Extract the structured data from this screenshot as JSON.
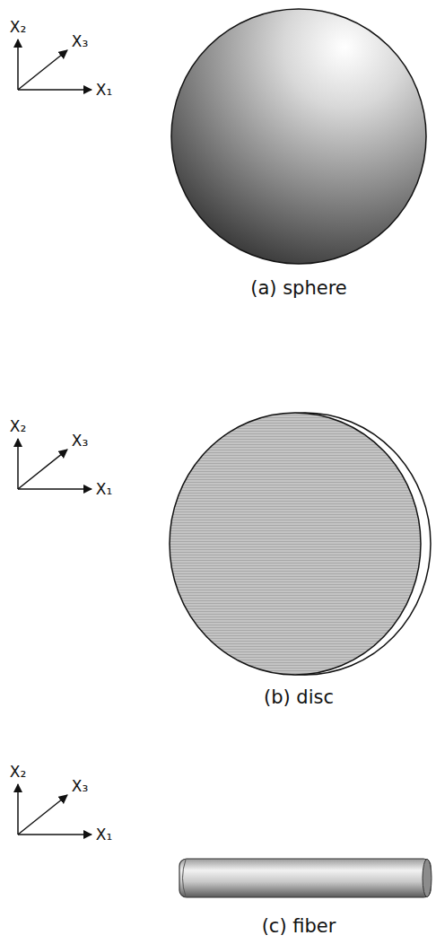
{
  "diagram": {
    "labels": [
      "X₂",
      "X₃",
      "X₁",
      "(a) sphere",
      "X₂",
      "X₃",
      "X₁",
      "(b) disc",
      "X₂",
      "X₃",
      "X₁",
      "(c) fiber"
    ]
  }
}
